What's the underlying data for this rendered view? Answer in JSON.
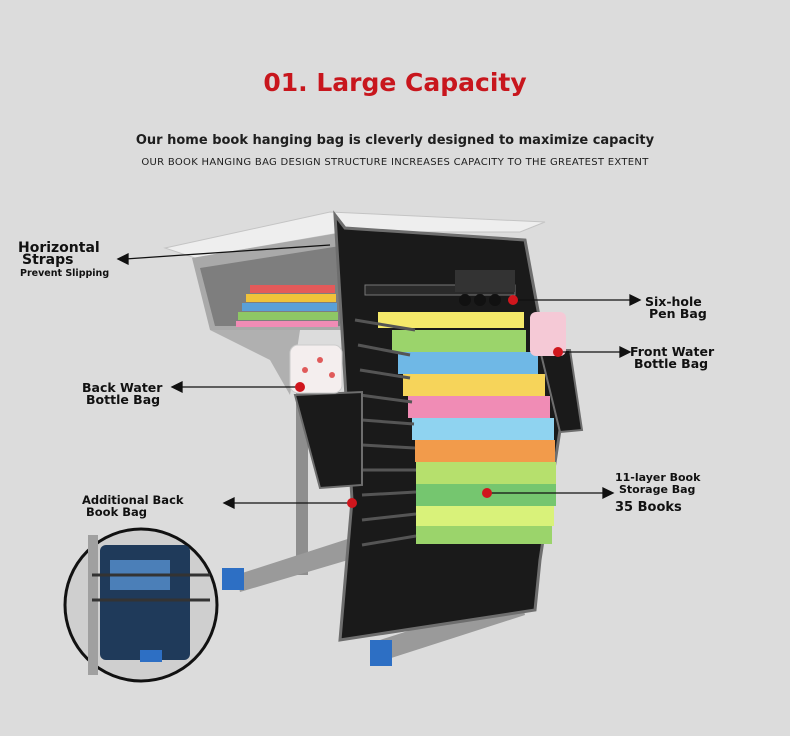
{
  "header": {
    "title": "01. Large Capacity",
    "subtitle": "Our home book hanging bag is cleverly designed to maximize capacity",
    "subtitle_caps": "OUR BOOK HANGING BAG DESIGN STRUCTURE INCREASES CAPACITY TO THE GREATEST EXTENT"
  },
  "callouts": {
    "horizontal_straps": {
      "line1": "Horizontal",
      "line2": "Straps",
      "note": "Prevent Slipping"
    },
    "six_hole": {
      "line1": "Six-hole",
      "line2": "Pen Bag"
    },
    "front_water": {
      "line1": "Front Water",
      "line2": "Bottle Bag"
    },
    "back_water": {
      "line1": "Back Water",
      "line2": "Bottle Bag"
    },
    "additional_back": {
      "line1": "Additional Back",
      "line2": "Book Bag"
    },
    "eleven_layer": {
      "line1": "11-layer Book",
      "line2": "Storage Bag",
      "count": "35 Books"
    }
  },
  "colors": {
    "accent": "#c8161d",
    "bag": "#1a1a1a",
    "desk_top": "#e9e9e9",
    "leg": "#8e8e8e",
    "foot": "#2d6fc4",
    "inset_bag": "#1f3a5a"
  }
}
